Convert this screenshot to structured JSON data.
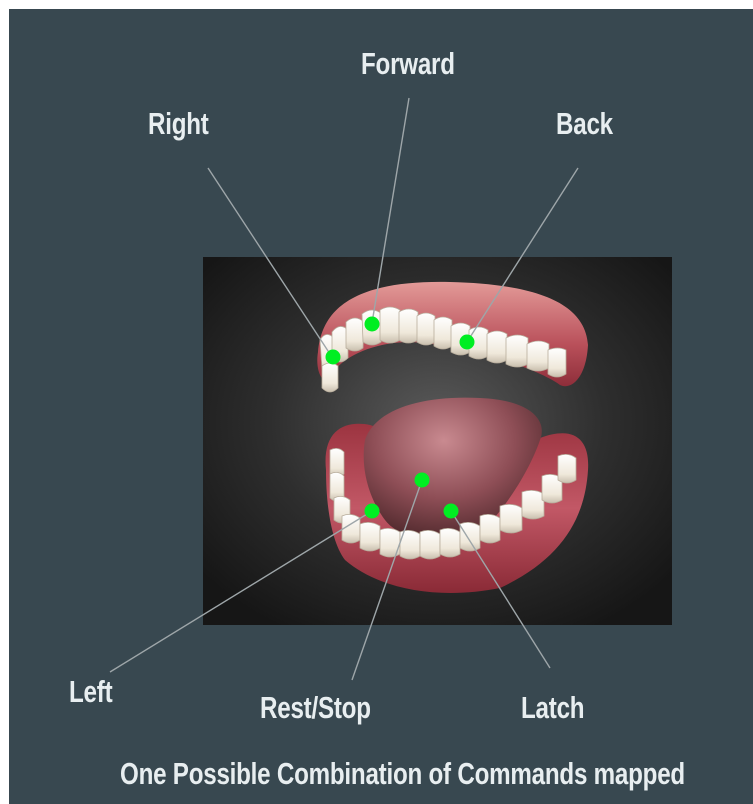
{
  "labels": {
    "forward": "Forward",
    "right": "Right",
    "back": "Back",
    "left": "Left",
    "rest_stop": "Rest/Stop",
    "latch": "Latch"
  },
  "caption": "One Possible Combination of Commands mapped",
  "colors": {
    "background": "#384850",
    "label_text": "#e8eef0",
    "leader_line": "#9ea6a9",
    "command_dot": "#00ee22",
    "image_backdrop": "#2a2a2a"
  },
  "icons": {
    "teeth_illustration": "open-mouth-dentition-with-tongue"
  }
}
